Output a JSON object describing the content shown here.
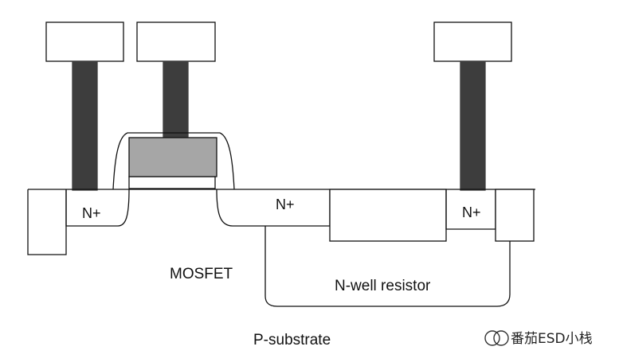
{
  "labels": {
    "n_plus_left": "N+",
    "n_plus_middle": "N+",
    "n_plus_right": "N+",
    "mosfet": "MOSFET",
    "nwell_resistor": "N-well resistor",
    "p_substrate": "P-substrate"
  },
  "watermark": {
    "text": "番茄ESD小栈",
    "icon": "wechat-official-account-icon"
  },
  "colors": {
    "line": "#111111",
    "contact_fill": "#3d3d3d",
    "gate_fill": "#a6a6a6",
    "pad_fill": "#ffffff"
  }
}
